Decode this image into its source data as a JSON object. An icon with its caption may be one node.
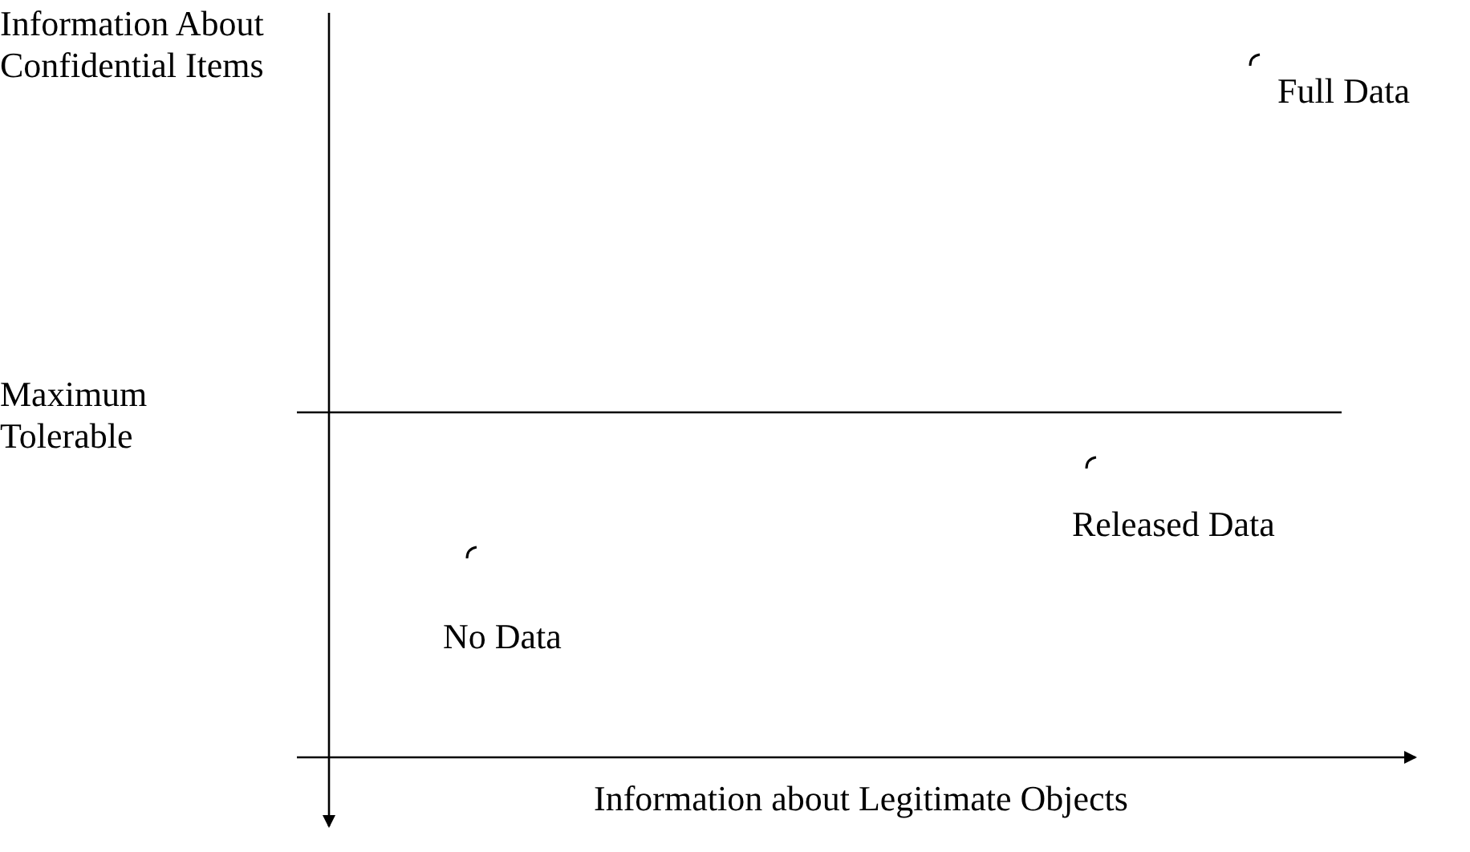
{
  "diagram": {
    "labels": [
      "Information About Confidential Items",
      "Full Data",
      "Maximum Tolerable",
      "Released Data",
      "No Data",
      "Information about Legitimate Objects"
    ]
  }
}
